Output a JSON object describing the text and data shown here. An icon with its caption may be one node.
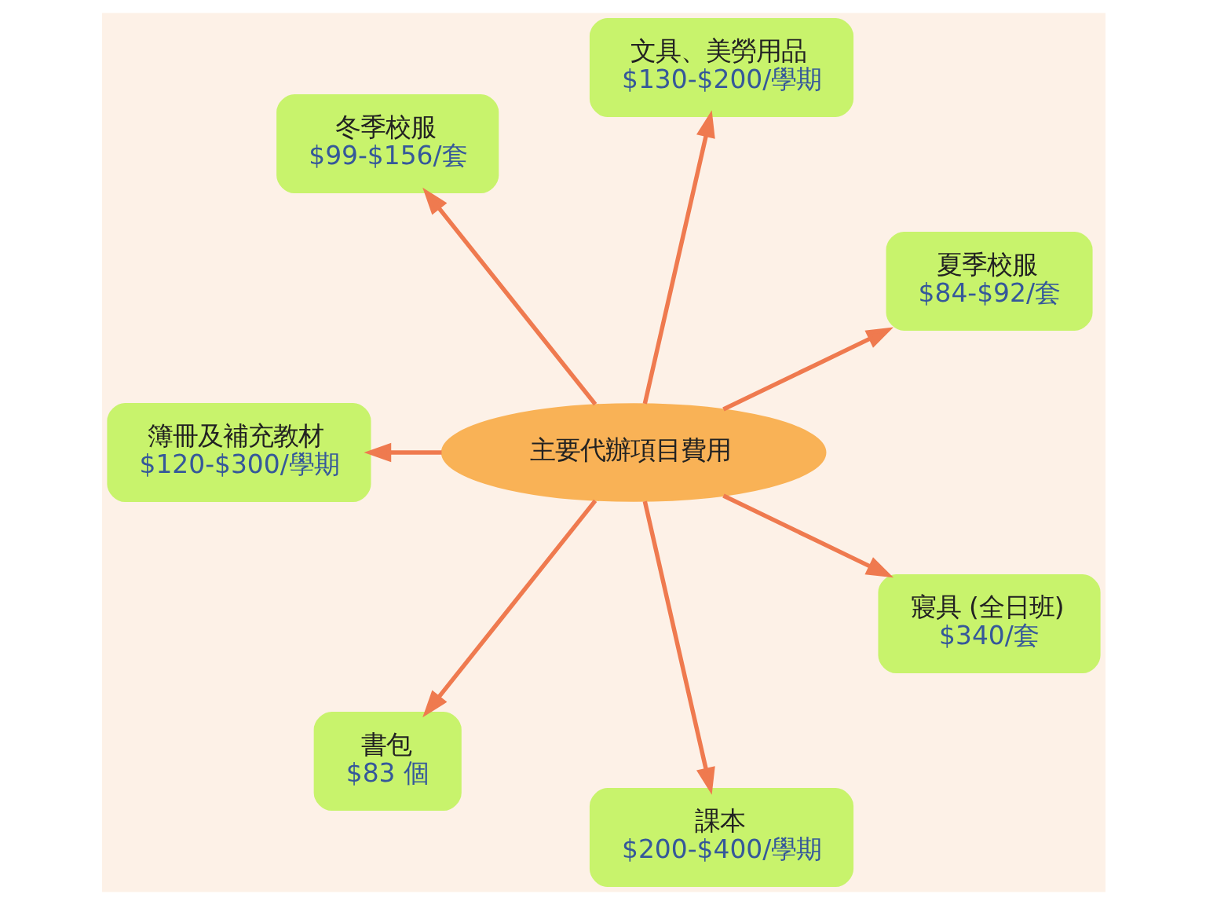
{
  "diagram": {
    "nodes": [
      {
        "text": [
          "主要代辦項目費用"
        ]
      },
      {
        "text": [
          "夏季校服",
          "$84-$92/套"
        ]
      },
      {
        "text": [
          "文具、美勞用品",
          "$130-$200/學期"
        ]
      },
      {
        "text": [
          "冬季校服",
          "$99-$156/套"
        ]
      },
      {
        "text": [
          "簿冊及補充教材",
          "$120-$300/學期"
        ]
      },
      {
        "text": [
          "書包",
          "$83 個"
        ]
      },
      {
        "text": [
          "課本",
          "$200-$400/學期"
        ]
      },
      {
        "text": [
          "寢具 (全日班)",
          "$340/套"
        ]
      }
    ],
    "edges": [
      {
        "from": 0,
        "to": 1,
        "arrow": "to"
      },
      {
        "from": 0,
        "to": 2,
        "arrow": "to"
      },
      {
        "from": 0,
        "to": 3,
        "arrow": "to"
      },
      {
        "from": 0,
        "to": 4,
        "arrow": "to"
      },
      {
        "from": 0,
        "to": 5,
        "arrow": "to"
      },
      {
        "from": 0,
        "to": 6,
        "arrow": "to"
      },
      {
        "from": 0,
        "to": 7,
        "arrow": "to"
      }
    ]
  }
}
